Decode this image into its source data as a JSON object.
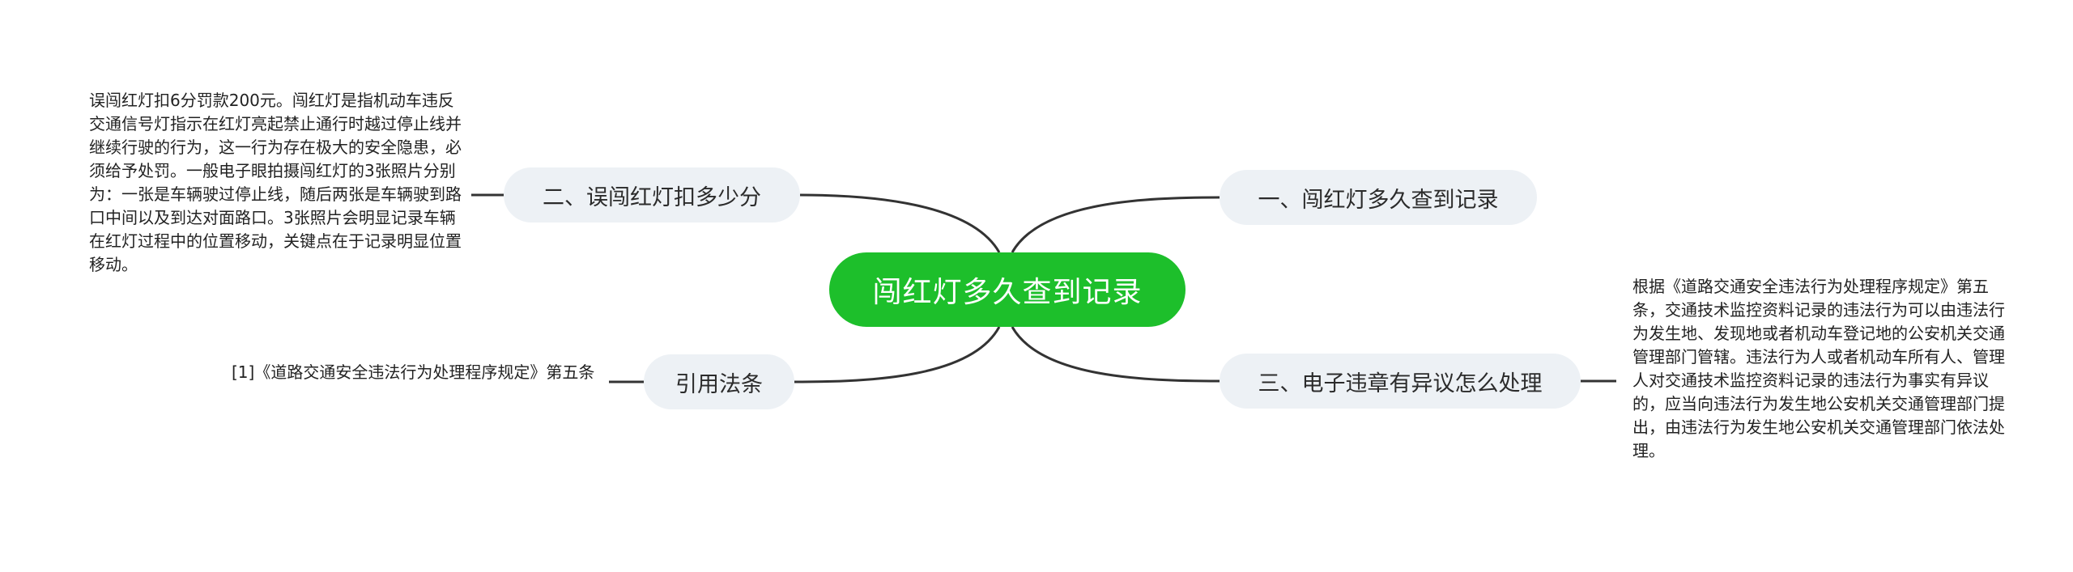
{
  "mindmap": {
    "root": {
      "label": "闯红灯多久查到记录"
    },
    "branches": [
      {
        "label": "一、闯红灯多久查到记录"
      },
      {
        "label": "二、误闯红灯扣多少分",
        "leaf": "误闯红灯扣6分罚款200元。闯红灯是指机动车违反交通信号灯指示在红灯亮起禁止通行时越过停止线并继续行驶的行为，这一行为存在极大的安全隐患，必须给予处罚。一般电子眼拍摄闯红灯的3张照片分别为：一张是车辆驶过停止线，随后两张是车辆驶到路口中间以及到达对面路口。3张照片会明显记录车辆在红灯过程中的位置移动，关键点在于记录明显位置移动。"
      },
      {
        "label": "三、电子违章有异议怎么处理",
        "leaf": "根据《道路交通安全违法行为处理程序规定》第五条，交通技术监控资料记录的违法行为可以由违法行为发生地、发现地或者机动车登记地的公安机关交通管理部门管辖。违法行为人或者机动车所有人、管理人对交通技术监控资料记录的违法行为事实有异议的，应当向违法行为发生地公安机关交通管理部门提出，由违法行为发生地公安机关交通管理部门依法处理。"
      },
      {
        "label": "引用法条",
        "leaf": "[1]《道路交通安全违法行为处理程序规定》第五条"
      }
    ],
    "colors": {
      "root_fill": "#1dbf2b",
      "root_text": "#ffffff",
      "branch_fill": "#edf1f5",
      "line": "#333333"
    }
  }
}
